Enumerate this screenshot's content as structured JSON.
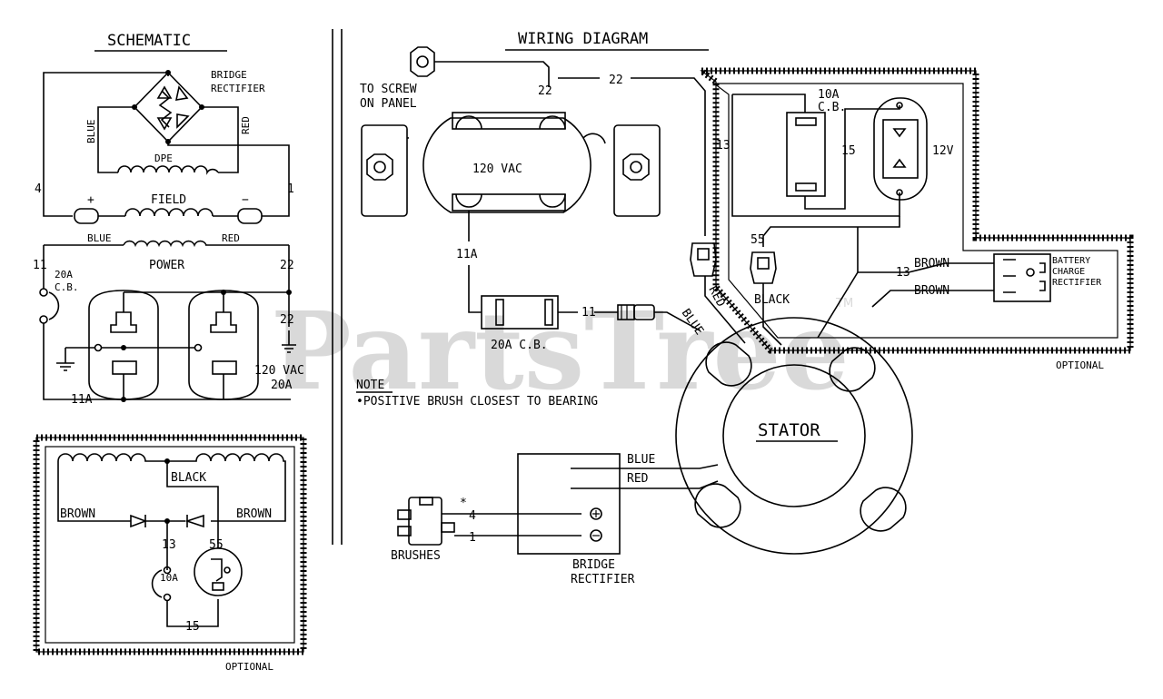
{
  "watermark": {
    "text": "PartsTree",
    "tm": "TM"
  },
  "schematic": {
    "title": "SCHEMATIC",
    "bridge_label_1": "BRIDGE",
    "bridge_label_2": "RECTIFIER",
    "blue": "BLUE",
    "red": "RED",
    "dpe": "DPE",
    "field": "FIELD",
    "plus": "+",
    "minus": "−",
    "wire_4": "4",
    "wire_1": "1",
    "power_blue": "BLUE",
    "power": "POWER",
    "power_red": "RED",
    "wire_11": "11",
    "wire_22": "22",
    "cb_20a": "20A",
    "cb": "C.B.",
    "wire_22b": "22",
    "vac": "120 VAC",
    "amps": "20A",
    "wire_11a": "11A"
  },
  "optional_box": {
    "black": "BLACK",
    "brown_left": "BROWN",
    "brown_right": "BROWN",
    "wire_13": "13",
    "wire_55": "55",
    "cb_10a": "10A",
    "wire_15": "15",
    "label": "OPTIONAL"
  },
  "wiring": {
    "title": "WIRING DIAGRAM",
    "to_screw_1": "TO SCREW",
    "to_screw_2": "ON PANEL",
    "wire_22a": "22",
    "wire_22b": "22",
    "receptacle": "120 VAC",
    "wire_11a": "11A",
    "cb_20a": "20A C.B.",
    "wire_11": "11",
    "note_title": "NOTE",
    "note_text": "•POSITIVE BRUSH CLOSEST TO BEARING",
    "cb_10a_1": "10A",
    "cb_10a_2": "C.B.",
    "wire_13": "13",
    "wire_15": "15",
    "battery": "12V",
    "wire_55": "55",
    "red": "RED",
    "black": "BLACK",
    "blue": "BLUE",
    "brown_1": "BROWN",
    "brown_2": "BROWN",
    "wire_13b": "13",
    "bcr_1": "BATTERY",
    "bcr_2": "CHARGE",
    "bcr_3": "RECTIFIER",
    "optional": "OPTIONAL",
    "stator": "STATOR",
    "rect_blue": "BLUE",
    "rect_red": "RED",
    "star": "*",
    "brush_4": "4",
    "brush_1": "1",
    "brushes": "BRUSHES",
    "bridge_1": "BRIDGE",
    "bridge_2": "RECTIFIER"
  }
}
